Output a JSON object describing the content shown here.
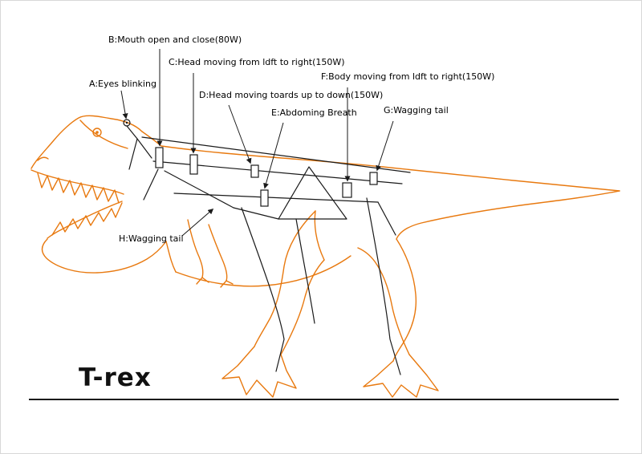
{
  "title": "T-rex",
  "labels": {
    "A": "A:Eyes blinking",
    "B": "B:Mouth open and close(80W)",
    "C": "C:Head moving from ldft to right(150W)",
    "D": "D:Head moving toards up to down(150W)",
    "E": "E:Abdoming Breath",
    "F": "F:Body moving from ldft to right(150W)",
    "G": "G:Wagging tail",
    "H": "H:Wagging tail"
  },
  "colors": {
    "outline": "#e8790f",
    "mechanism": "#1a1a1a"
  }
}
